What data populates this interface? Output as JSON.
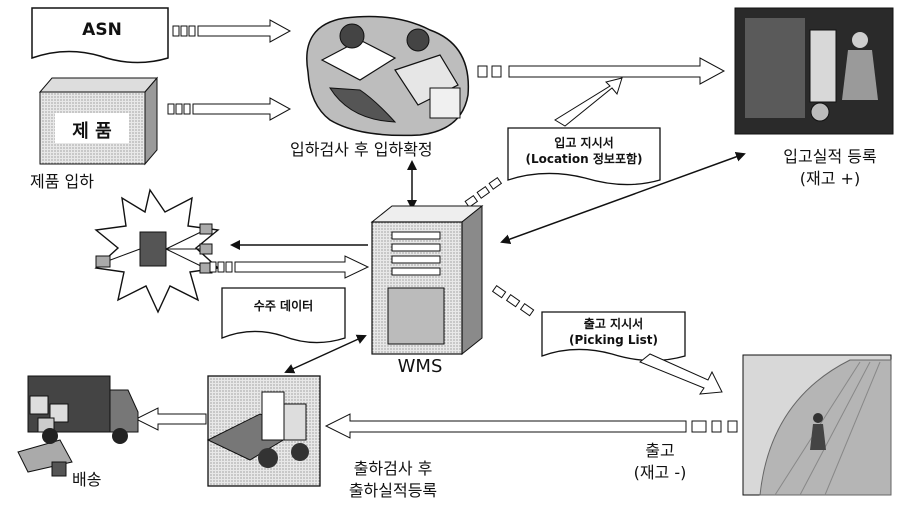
{
  "labels": {
    "asn": "ASN",
    "product_box": "제 품",
    "product_receiving": "제품 입하",
    "inspection_confirm": "입하검사 후 입하확정",
    "putaway_order": {
      "line1": "입고 지시서",
      "line2": "(Location 정보포함)"
    },
    "receipt_registration": {
      "line1": "입고실적 등록",
      "line2": "(재고 +)"
    },
    "order_data": "수주 데이터",
    "wms": "WMS",
    "picking_order": {
      "line1": "출고 지시서",
      "line2": "(Picking List)"
    },
    "shipment": {
      "line1": "출고",
      "line2": "(재고 -)"
    },
    "outbound_inspection": {
      "line1": "출하검사 후",
      "line2": "출하실적등록"
    },
    "delivery": "배송"
  },
  "colors": {
    "line": "#111111",
    "fill_white": "#ffffff",
    "photo_dark": "#2a2a2a",
    "photo_light": "#d8d8d8",
    "server_gray": "#cfcfcf"
  }
}
